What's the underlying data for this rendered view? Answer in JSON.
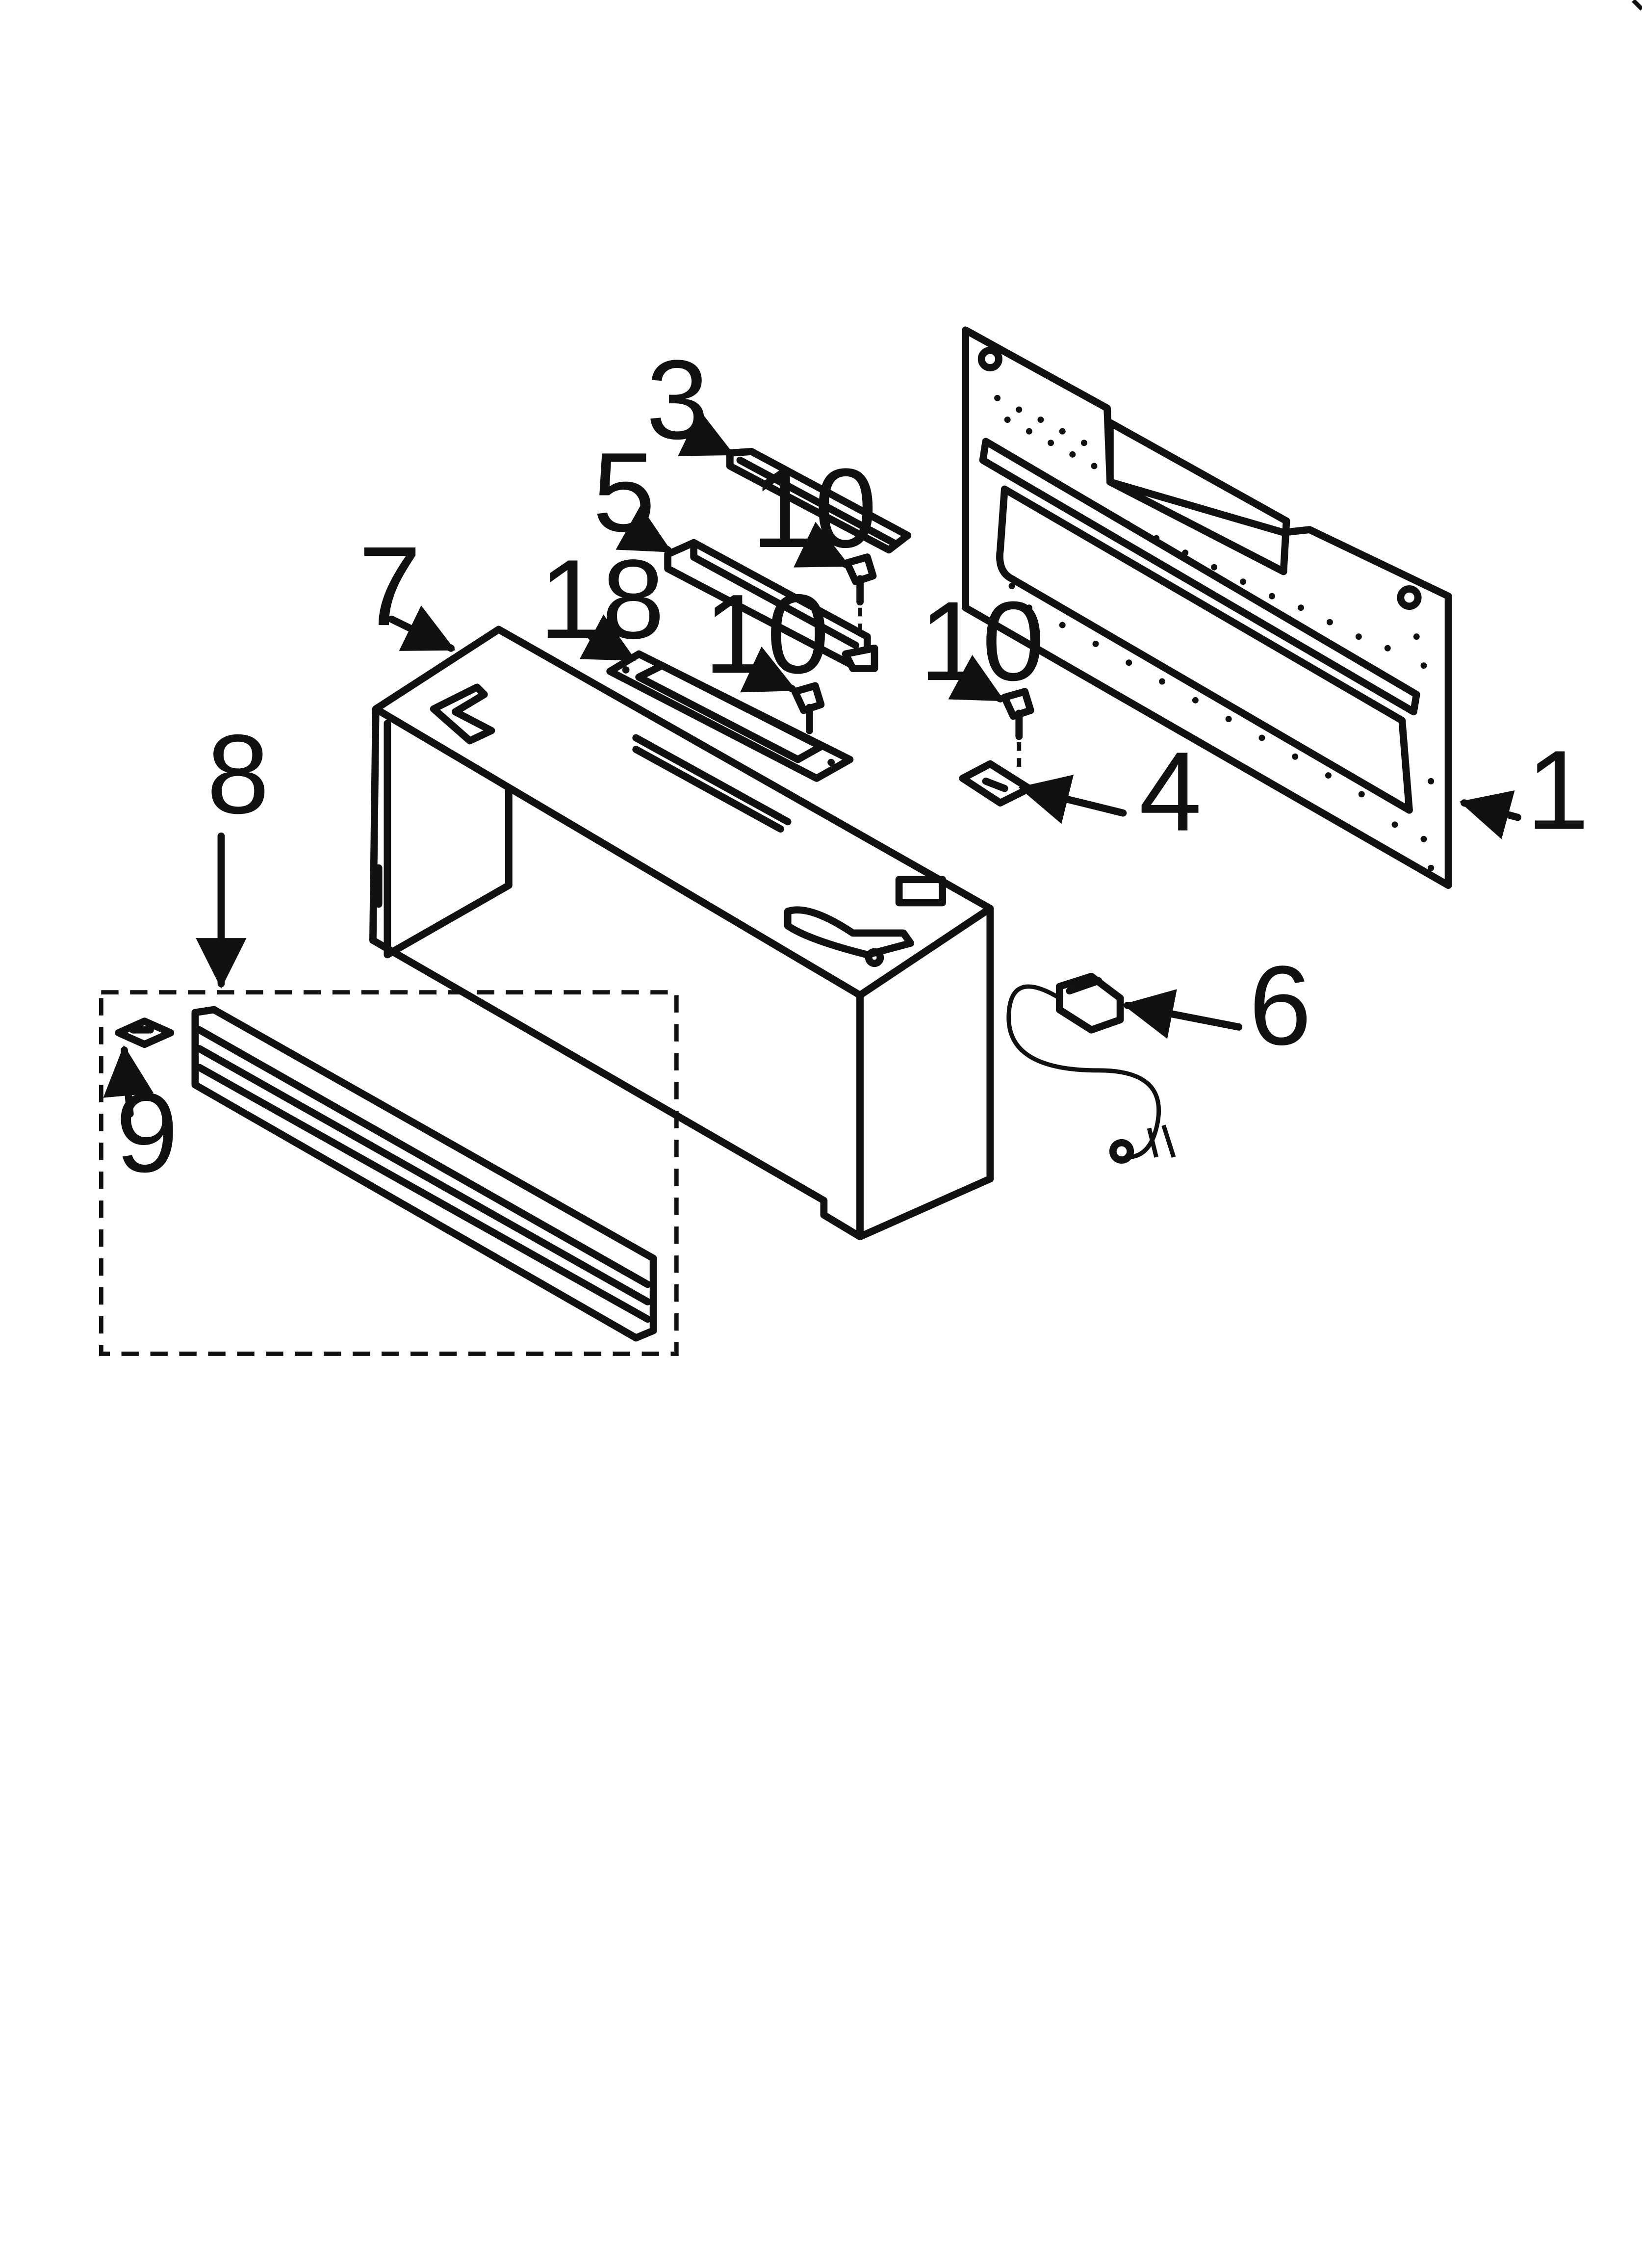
{
  "diagram": {
    "callouts": [
      {
        "id": "1",
        "label": "1"
      },
      {
        "id": "3",
        "label": "3"
      },
      {
        "id": "4",
        "label": "4"
      },
      {
        "id": "5",
        "label": "5"
      },
      {
        "id": "6",
        "label": "6"
      },
      {
        "id": "7",
        "label": "7"
      },
      {
        "id": "8",
        "label": "8"
      },
      {
        "id": "9",
        "label": "9"
      },
      {
        "id": "10a",
        "label": "10"
      },
      {
        "id": "10b",
        "label": "10"
      },
      {
        "id": "10c",
        "label": "10"
      },
      {
        "id": "18",
        "label": "18"
      }
    ]
  }
}
